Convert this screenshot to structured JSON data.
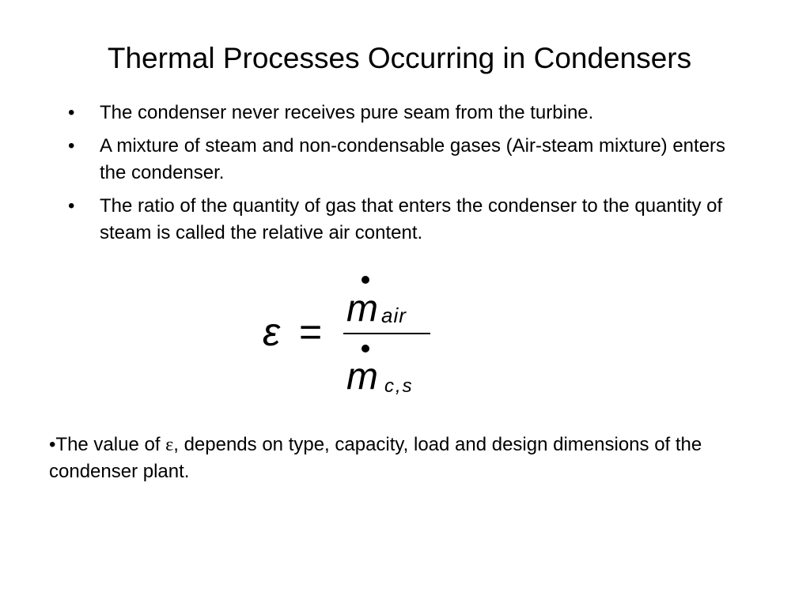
{
  "slide": {
    "title": "Thermal Processes Occurring in Condensers",
    "bullet_glyph": "•",
    "bullets": [
      "The condenser never receives pure seam from the turbine.",
      "A mixture of steam and non-condensable gases (Air-steam mixture) enters the condenser.",
      "The ratio of the quantity of gas that enters the condenser to the quantity of steam is called the relative air content."
    ],
    "formula": {
      "lhs": "ε",
      "equals": "=",
      "numerator_symbol": "m",
      "numerator_subscript": "air",
      "denominator_symbol": "m",
      "denominator_subscript": "c,s"
    },
    "note": {
      "prefix": "•The value of ",
      "symbol": "ε",
      "suffix": ", depends on type, capacity, load and design dimensions of the condenser plant."
    }
  }
}
